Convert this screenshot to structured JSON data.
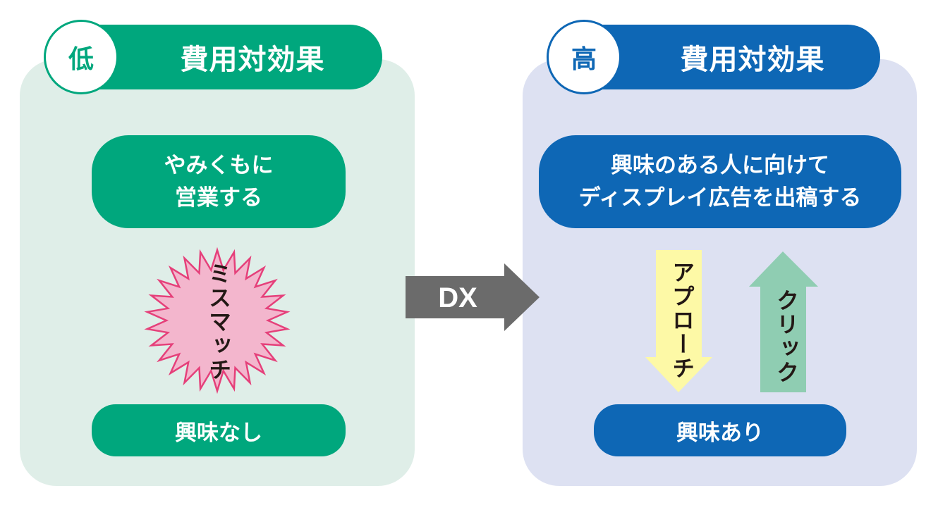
{
  "left": {
    "level": "低",
    "title": "費用対効果",
    "top_box": [
      "やみくもに",
      "営業する"
    ],
    "burst_text": "ミスマッチ",
    "bottom_box": "興味なし"
  },
  "transition": {
    "label": "DX"
  },
  "right": {
    "level": "高",
    "title": "費用対効果",
    "top_box": [
      "興味のある人に向けて",
      "ディスプレイ広告を出稿する"
    ],
    "down_arrow_text": "アプローチ",
    "up_arrow_text": "クリック",
    "bottom_box": "興味あり"
  },
  "colors": {
    "green": "#00a77d",
    "blue": "#0e67b5",
    "left_panel": "#dfeee8",
    "right_panel": "#dde1f2",
    "burst_fill": "#f3b6cd",
    "burst_stroke": "#e5407a",
    "down_arrow_fill": "#fdf9a6",
    "up_arrow_fill": "#8fcdb2",
    "dx_arrow": "#6b6b6b"
  }
}
